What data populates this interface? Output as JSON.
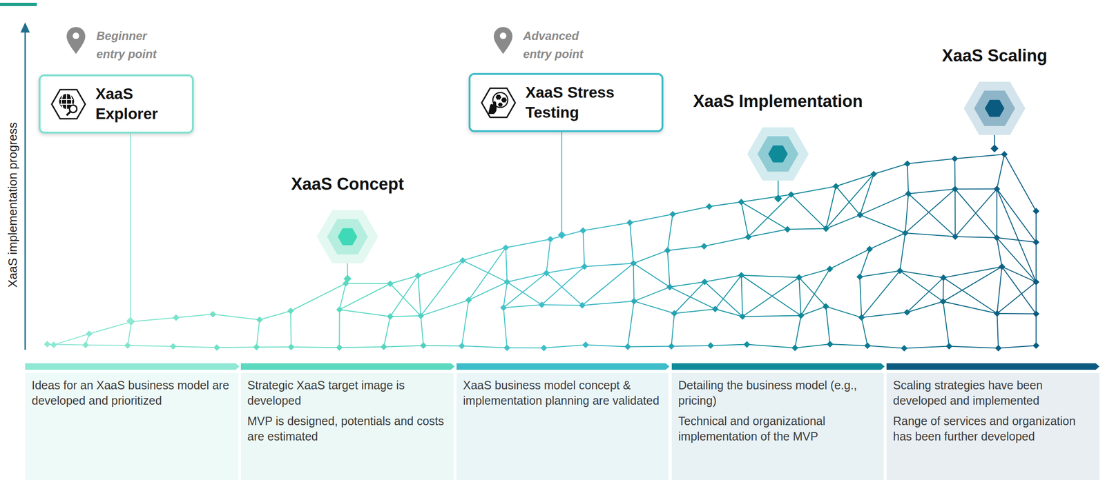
{
  "diagram": {
    "nodes": [
      {
        "text": [
          "XaaS Explorer"
        ]
      },
      {
        "text": [
          "XaaS Concept"
        ]
      },
      {
        "text": [
          "XaaS Stress Testing"
        ]
      },
      {
        "text": [
          "XaaS Implementation"
        ]
      },
      {
        "text": [
          "XaaS Scaling"
        ]
      },
      {
        "text": [
          "Ideas for an XaaS business model are developed and prioritized"
        ]
      },
      {
        "text": [
          "Strategic XaaS target image is developed",
          "MVP is designed, potentials and costs are estimated"
        ]
      },
      {
        "text": [
          "XaaS business model concept & implementation planning are validated"
        ]
      },
      {
        "text": [
          "Detailing the business model (e.g., pricing)",
          "Technical and organizational implementation of the MVP"
        ]
      },
      {
        "text": [
          "Scaling strategies have been developed and implemented",
          "Range of services and organization has been further developed"
        ]
      }
    ],
    "labels": [
      "Beginner entry point",
      "Advanced entry point",
      "XaaS implementation progress"
    ]
  }
}
